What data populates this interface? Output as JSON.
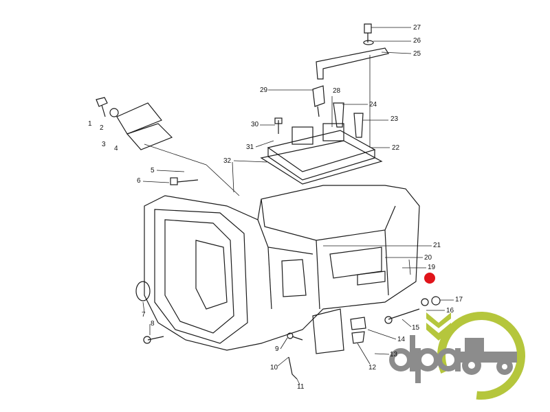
{
  "diagram": {
    "title": "Transmission housing exploded view",
    "part_labels": [
      "1",
      "2",
      "3",
      "4",
      "5",
      "6",
      "7",
      "8",
      "9",
      "10",
      "11",
      "12",
      "13",
      "14",
      "15",
      "16",
      "17",
      "19",
      "20",
      "21",
      "22",
      "23",
      "24",
      "25",
      "26",
      "27",
      "28",
      "29",
      "30",
      "31",
      "32"
    ]
  },
  "logo": {
    "text": "dpa",
    "green": "#b5c63c",
    "gray": "#8c8c8c"
  },
  "marker": {
    "color": "#e0141a"
  }
}
